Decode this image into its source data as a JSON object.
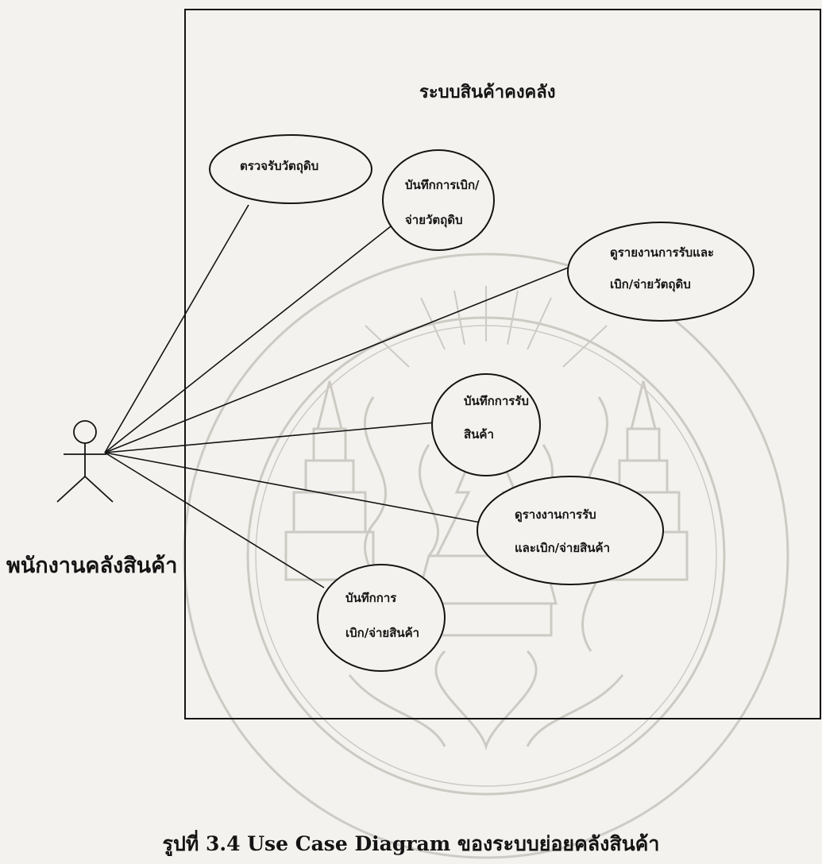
{
  "system": {
    "title": "ระบบสินค้าคงคลัง"
  },
  "actor": {
    "name": "พนักงานคลังสินค้า"
  },
  "use_cases": [
    {
      "id": "uc1",
      "lines": [
        "ตรวจรับวัตถุดิบ"
      ]
    },
    {
      "id": "uc2",
      "lines": [
        "บันทึกการเบิก/",
        "จ่ายวัตถุดิบ"
      ]
    },
    {
      "id": "uc3",
      "lines": [
        "ดูรายงานการรับและ",
        "เบิก/จ่ายวัตถุดิบ"
      ]
    },
    {
      "id": "uc4",
      "lines": [
        "บันทึกการรับ",
        "สินค้า"
      ]
    },
    {
      "id": "uc5",
      "lines": [
        "ดูรางงานการรับ",
        "และเบิก/จ่ายสินค้า"
      ]
    },
    {
      "id": "uc6",
      "lines": [
        "บันทึกการ",
        "เบิก/จ่ายสินค้า"
      ]
    }
  ],
  "caption": {
    "prefix": "รูปที่",
    "text": " 3.4 Use Case Diagram ของระบบย่อยคลังสินค้า"
  },
  "colors": {
    "line": "#141414",
    "background": "#f4f2ee",
    "watermark": "#c9c6c0"
  },
  "icons": {
    "actor": "stick-figure-icon",
    "watermark": "university-seal-watermark-icon"
  }
}
